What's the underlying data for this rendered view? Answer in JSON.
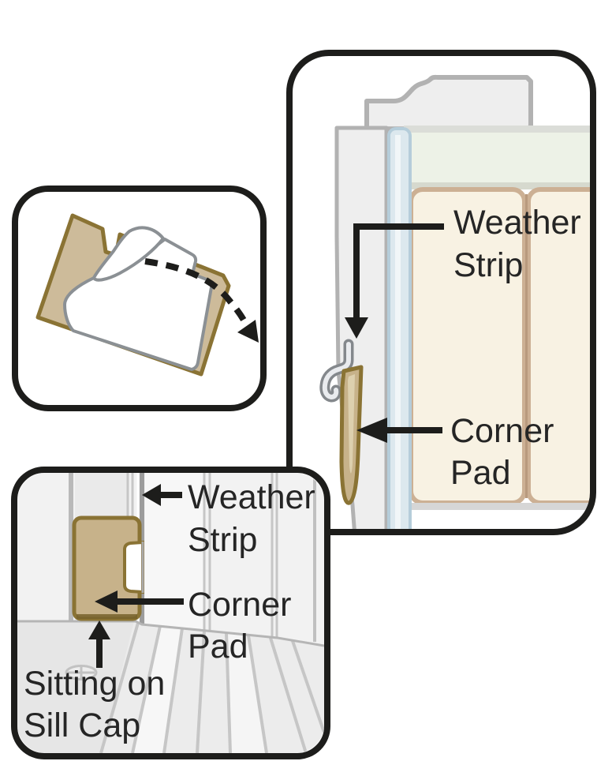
{
  "document": {
    "type": "installation-diagram",
    "subject": "Corner pad and weather strip placement"
  },
  "labels": {
    "detail_weather_strip": {
      "line1": "Weather",
      "line2": "Strip"
    },
    "detail_corner_pad": {
      "line1": "Corner",
      "line2": "Pad"
    },
    "sill_weather_strip": {
      "line1": "Weather",
      "line2": "Strip"
    },
    "sill_corner_pad": {
      "line1": "Corner",
      "line2": "Pad"
    },
    "sill_sitting": {
      "line1": "Sitting on",
      "line2": "Sill Cap"
    }
  },
  "icons": [
    "corner-pad-peel-inset",
    "adhesive-backing-paper",
    "peel-direction-dashed-arrow",
    "weather-strip-hook",
    "corner-pad-wedge",
    "sill-cap-screw"
  ],
  "colors": {
    "panel_border": "#1d1d1b",
    "text": "#252525",
    "arrow": "#1d1d1b",
    "pad_fill": "#c7b28a",
    "pad_fill_inset": "#cdbb9a",
    "pad_border": "#8a7334",
    "pad_highlight": "#ddd0ae",
    "backing_paper_outline": "#8b9094",
    "frame_outline": "#b2b2b2",
    "frame_fill": "#eeeeee",
    "glass_fill": "#dce8ee",
    "glass_border": "#b5cdda",
    "screen_fill": "#edf2e7",
    "panel_beige_fill": "#f8f2e3",
    "panel_beige_border": "#ccb094",
    "weatherstrip_gray": "#84888c",
    "weatherstrip_fill": "#e9ebee"
  }
}
